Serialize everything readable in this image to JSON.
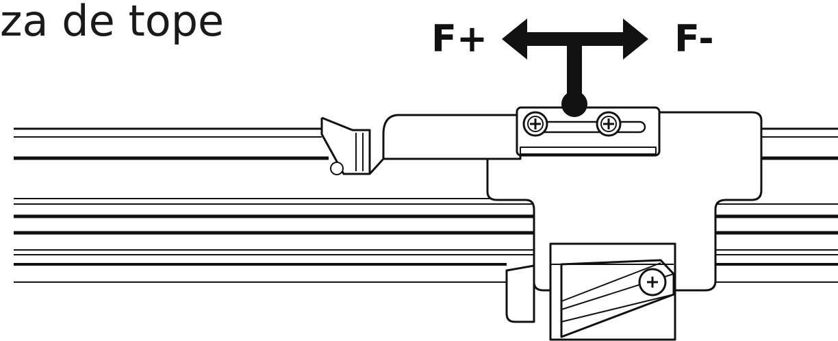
{
  "title": "za de tope",
  "labels": {
    "left": "F+",
    "right": "F-"
  }
}
